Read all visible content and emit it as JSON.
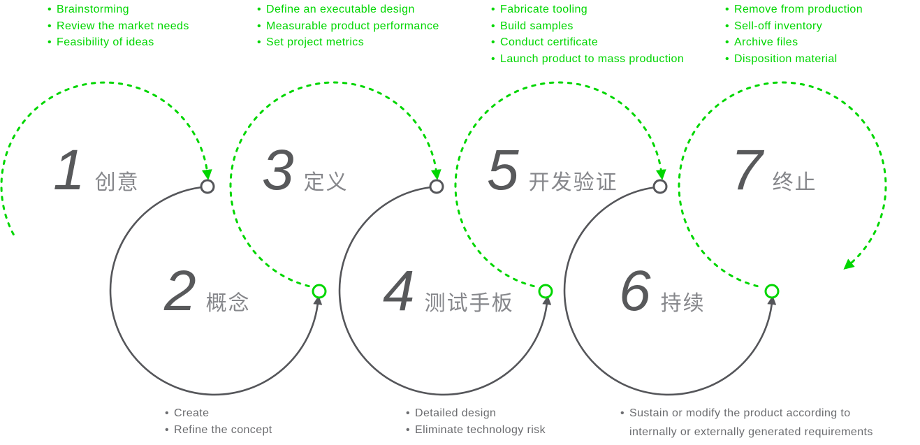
{
  "colors": {
    "green": "#00d600",
    "arc_gray": "#55565a",
    "number_gray": "#58595b",
    "label_gray": "#86878b",
    "note_gray": "#6b6c6f"
  },
  "stages": [
    {
      "number": "1",
      "label": "创意",
      "bullets": [
        "Brainstorming",
        "Review the market needs",
        "Feasibility of ideas"
      ]
    },
    {
      "number": "2",
      "label": "概念",
      "bullets": [
        "Create",
        "Refine the concept"
      ]
    },
    {
      "number": "3",
      "label": "定义",
      "bullets": [
        "Define an executable design",
        "Measurable product performance",
        "Set project metrics"
      ]
    },
    {
      "number": "4",
      "label": "测试手板",
      "bullets": [
        "Detailed design",
        "Eliminate technology risk"
      ]
    },
    {
      "number": "5",
      "label": "开发验证",
      "bullets": [
        "Fabricate tooling",
        "Build samples",
        "Conduct certificate",
        "Launch product to mass production"
      ]
    },
    {
      "number": "6",
      "label": "持续",
      "bullets": [
        "Sustain or modify the product according to internally or externally generated requirements"
      ]
    },
    {
      "number": "7",
      "label": "终止",
      "bullets": [
        "Remove from production",
        "Sell-off inventory",
        "Archive files",
        "Disposition material"
      ]
    }
  ]
}
